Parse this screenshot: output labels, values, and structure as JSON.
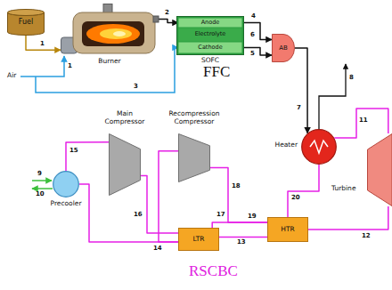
{
  "diagram": {
    "nodes": [
      {
        "text": [
          "Fuel"
        ]
      },
      {
        "text": [
          "Burner"
        ]
      },
      {
        "text": [
          "SOFC"
        ]
      },
      {
        "text": [
          "Anode"
        ],
        "in": 2
      },
      {
        "text": [
          "Electrolyte"
        ],
        "in": 2
      },
      {
        "text": [
          "Cathode"
        ],
        "in": 2
      },
      {
        "text": [
          "AB"
        ]
      },
      {
        "text": [
          "Heater"
        ]
      },
      {
        "text": [
          "Turbine"
        ]
      },
      {
        "text": [
          "Main Compressor"
        ]
      },
      {
        "text": [
          "Recompression Compressor"
        ]
      },
      {
        "text": [
          "Precooler"
        ]
      },
      {
        "text": [
          "LTR"
        ]
      },
      {
        "text": [
          "HTR"
        ]
      }
    ],
    "edges": [
      {
        "from": 0,
        "to": 1,
        "arrow": "to"
      },
      {
        "from": 1,
        "to": 3,
        "arrow": "to"
      },
      {
        "from": 3,
        "to": 6,
        "arrow": "to"
      },
      {
        "from": 5,
        "to": 6,
        "arrow": "to"
      },
      {
        "from": 6,
        "to": 7,
        "arrow": "to"
      },
      {
        "from": 7,
        "to": 8,
        "arrow": "none"
      },
      {
        "from": 8,
        "to": 13,
        "arrow": "none"
      },
      {
        "from": 13,
        "to": 12,
        "arrow": "none"
      },
      {
        "from": 12,
        "to": 11,
        "arrow": "none"
      },
      {
        "from": 12,
        "to": 10,
        "arrow": "none"
      },
      {
        "from": 11,
        "to": 9,
        "arrow": "none"
      },
      {
        "from": 9,
        "to": 12,
        "arrow": "none"
      },
      {
        "from": 12,
        "to": 13,
        "arrow": "none"
      },
      {
        "from": 10,
        "to": 13,
        "arrow": "none"
      },
      {
        "from": 13,
        "to": 7,
        "arrow": "none"
      }
    ],
    "labels": [
      "FFC",
      "RSCBC",
      "Air",
      "1",
      "1",
      "2",
      "3",
      "4",
      "5",
      "6",
      "7",
      "8",
      "9",
      "10",
      "11",
      "12",
      "13",
      "14",
      "15",
      "16",
      "17",
      "18",
      "19",
      "20"
    ]
  }
}
